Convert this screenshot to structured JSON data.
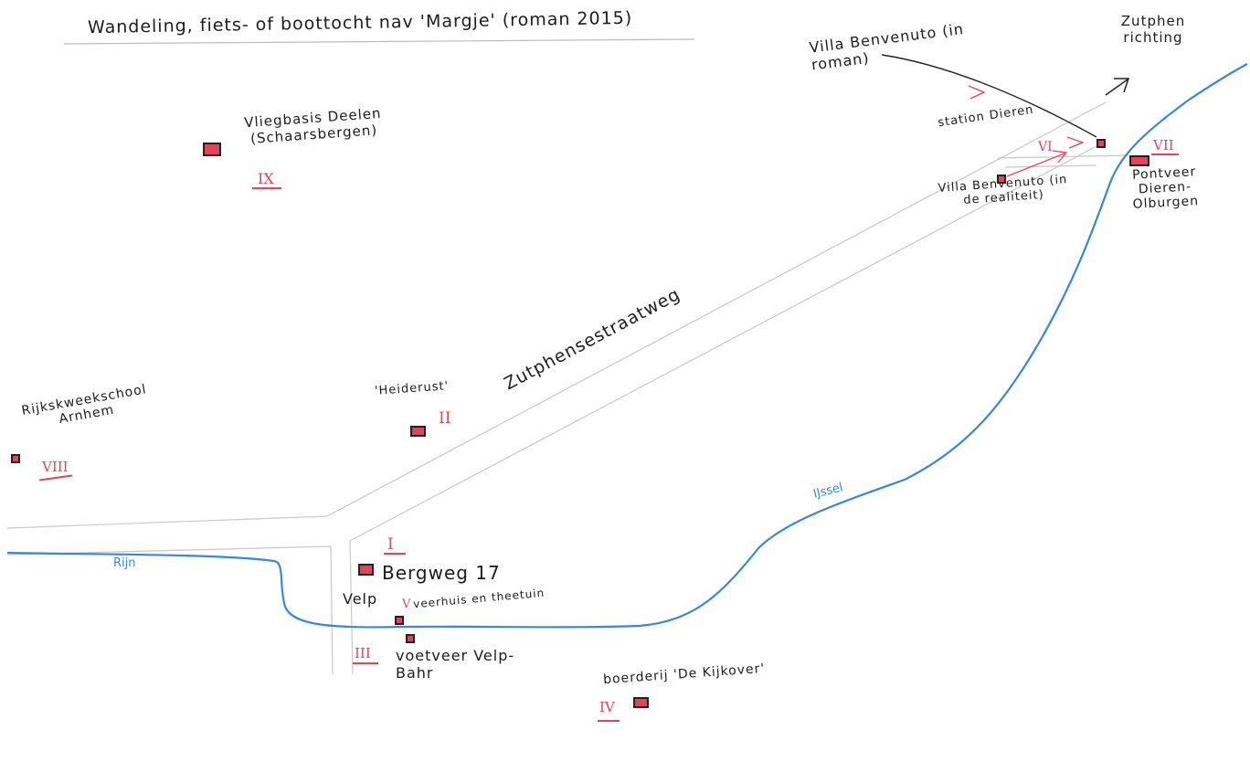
{
  "title": "Wandeling, fiets- of boottocht nav 'Margje' (roman 2015)",
  "colors": {
    "ink": "#1c1c1c",
    "marker": "#e0455a",
    "water": "#3a86d6",
    "road": "#c8c8c8"
  },
  "labels": {
    "villa_roman": "Villa Benvenuto (in roman)",
    "zutphen": "Zutphen richting",
    "station": "station Dieren",
    "villa_real": "Villa Benvenuto (in de realiteit)",
    "pontveer": "Pontveer Dieren-Olburgen",
    "vliegbasis": "Vliegbasis Deelen (Schaarsbergen)",
    "rijks": "Rijkskweekschool Arnhem",
    "heiderust": "'Heiderust'",
    "road": "Zutphensestraatweg",
    "bergweg": "Bergweg 17",
    "velp": "Velp",
    "veerhuis": "veerhuis en theetuin",
    "voetveer": "voetveer Velp-Bahr",
    "boerderij": "boerderij 'De Kijkover'",
    "rijn": "Rijn",
    "ijssel": "IJssel"
  },
  "numerals": {
    "i": "I",
    "ii": "II",
    "iii": "III",
    "iv": "IV",
    "v": "V",
    "vi": "VI",
    "vii": "VII",
    "viii": "VIII",
    "ix": "IX"
  }
}
